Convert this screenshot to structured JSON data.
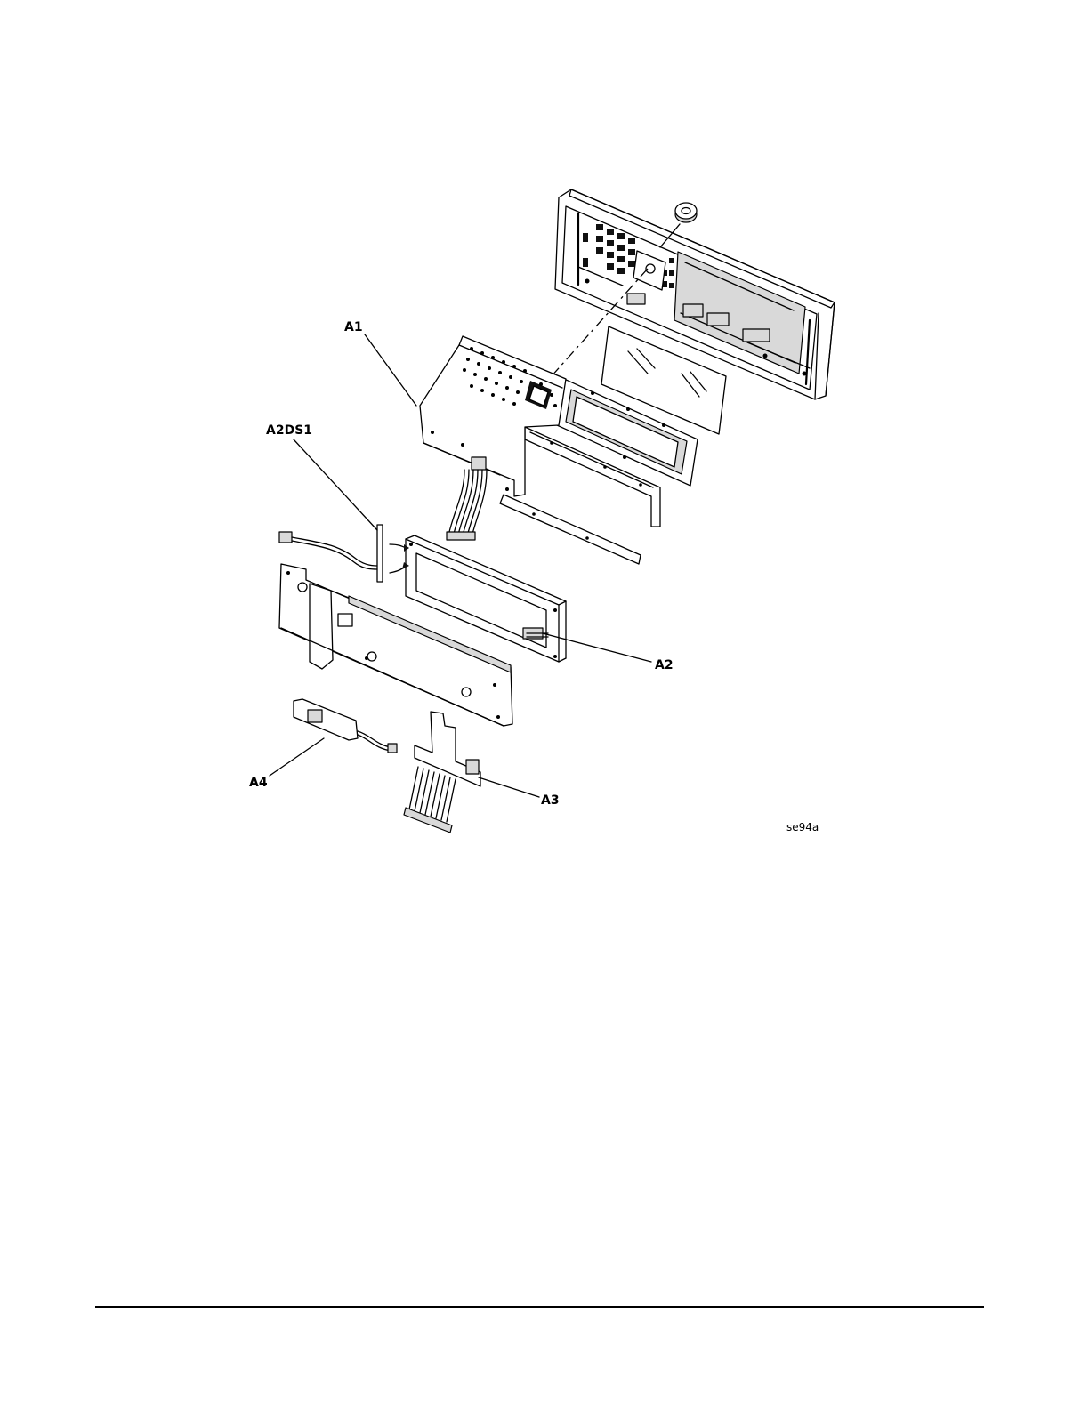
{
  "figure": {
    "callouts": {
      "a1": "A1",
      "a2ds1": "A2DS1",
      "a2": "A2",
      "a3": "A3",
      "a4": "A4"
    },
    "figure_id": "se94a"
  },
  "colors": {
    "ink": "#000000",
    "paper": "#ffffff",
    "shade": "#d9d9d9"
  }
}
